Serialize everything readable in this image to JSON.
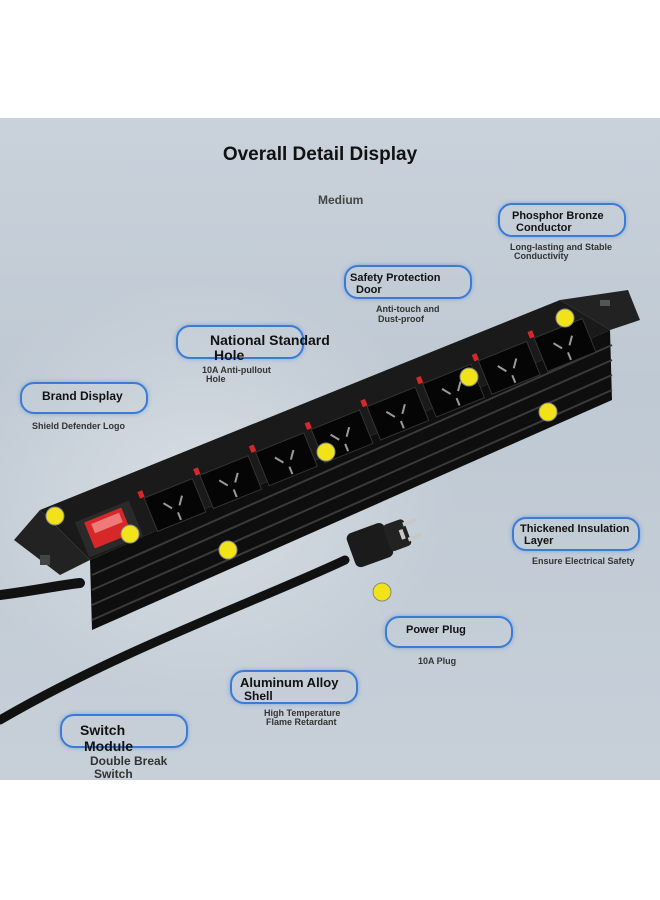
{
  "title": "Overall Detail Display",
  "medium": "Medium",
  "callouts": {
    "phosphor": {
      "title_line1": "Phosphor Bronze",
      "title_line2": "Conductor",
      "sub_line1": "Long-lasting and Stable",
      "sub_line2": "Conductivity"
    },
    "safety": {
      "title_line1": "Safety Protection",
      "title_line2": "Door",
      "sub_line1": "Anti-touch and",
      "sub_line2": "Dust-proof"
    },
    "national": {
      "title_line1": "National Standard",
      "title_line2": "Hole",
      "sub_line1": "10A Anti-pullout",
      "sub_line2": "Hole"
    },
    "brand": {
      "title": "Brand Display",
      "sub": "Shield Defender Logo"
    },
    "insulation": {
      "title_line1": "Thickened Insulation",
      "title_line2": "Layer",
      "sub": "Ensure Electrical Safety"
    },
    "plug": {
      "title": "Power Plug",
      "sub": "10A Plug"
    },
    "aluminum": {
      "title_line1": "Aluminum Alloy",
      "title_line2": "Shell",
      "sub_line1": "High Temperature",
      "sub_line2": "Flame Retardant"
    },
    "switch": {
      "title_line1": "Switch",
      "title_line2": "Module",
      "sub_line1": "Double Break",
      "sub_line2": "Switch"
    }
  },
  "colors": {
    "accent": "#3a7bd5",
    "marker": "#f2e21a",
    "body": "#111111",
    "switch": "#d62828"
  },
  "outlet_count": 8
}
